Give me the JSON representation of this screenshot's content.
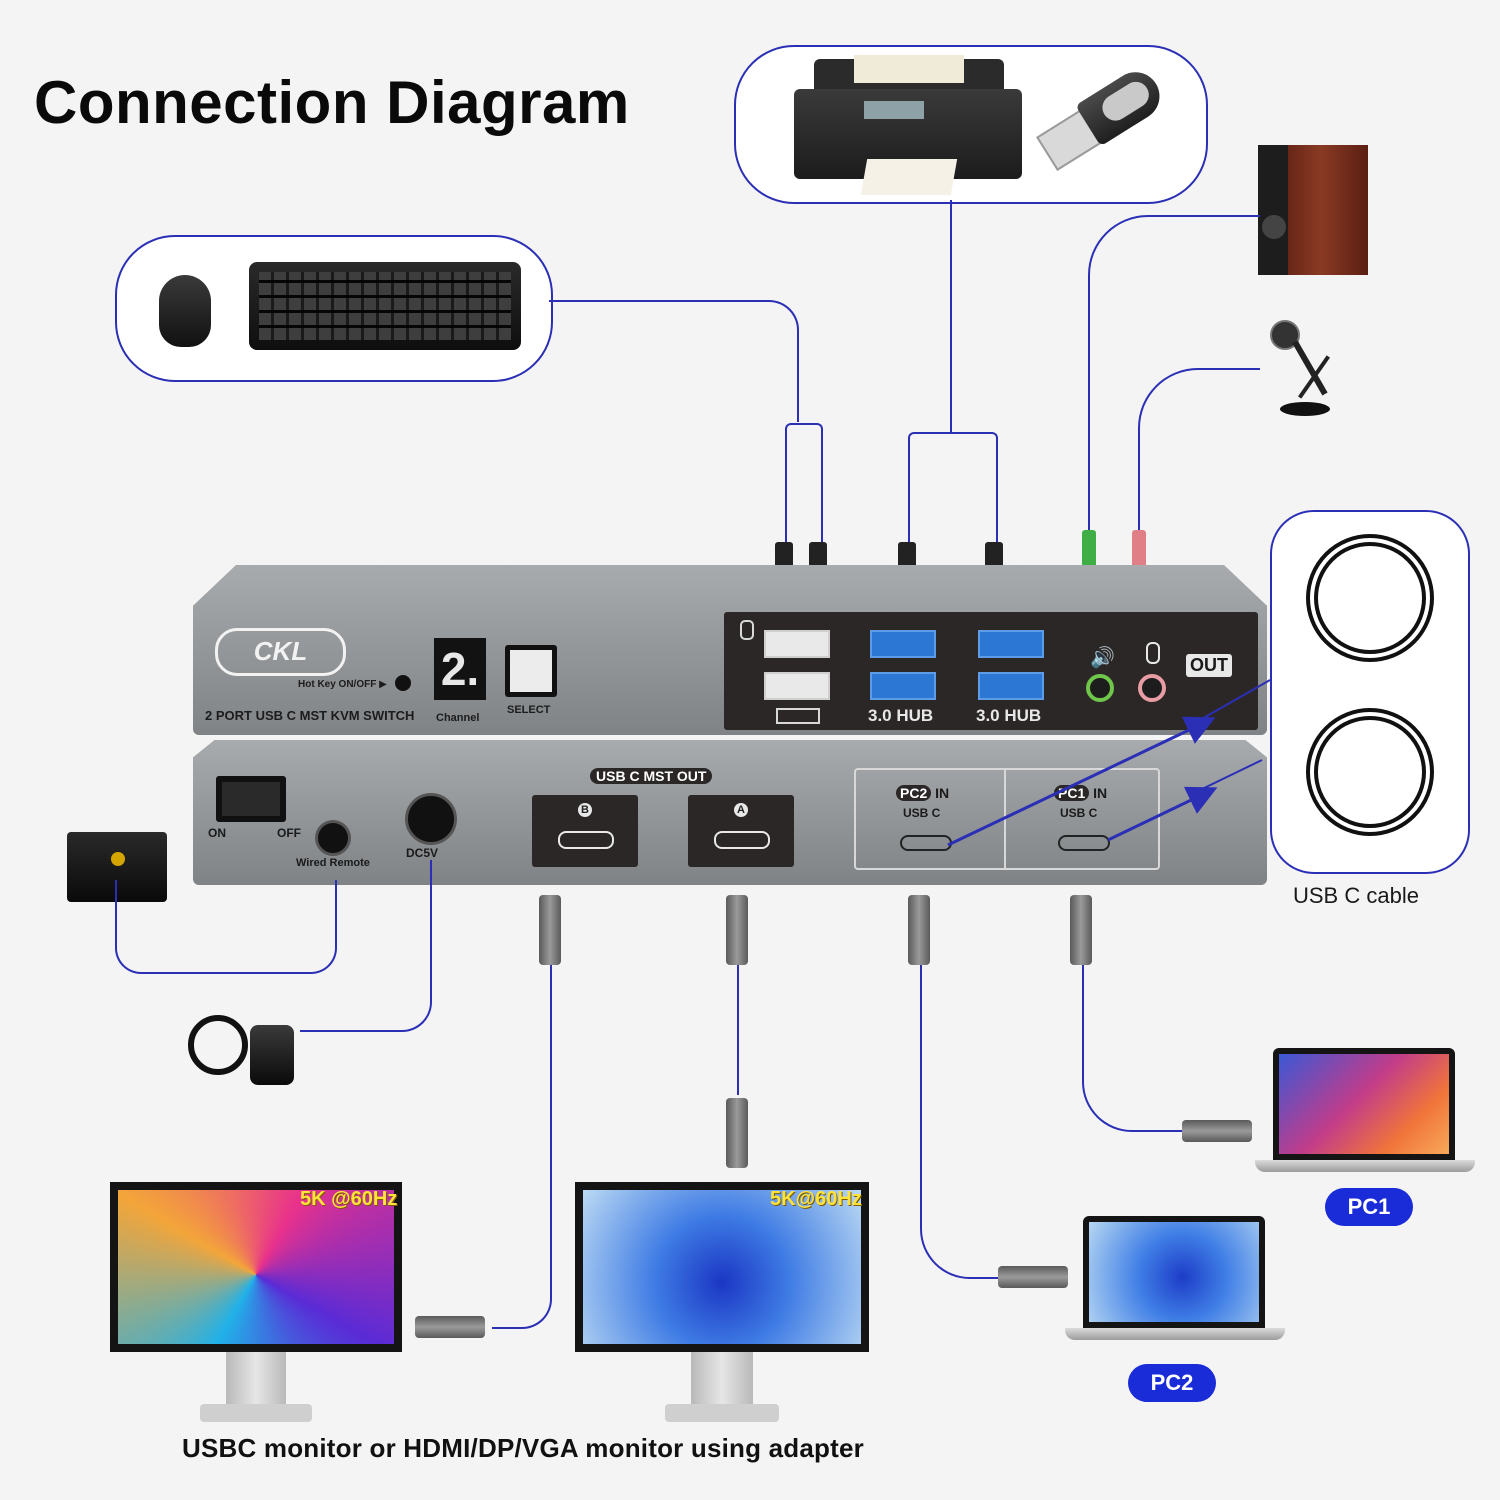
{
  "title": "Connection Diagram",
  "device": {
    "brand": "CKL",
    "model": "2 PORT USB C MST KVM SWITCH",
    "hotkey_label": "Hot Key ON/OFF ▶",
    "channel_digit": "2.",
    "channel_label": "Channel",
    "select_label": "SELECT",
    "hub_label_1": "3.0 HUB",
    "hub_label_2": "3.0 HUB",
    "out_label": "OUT",
    "power_on": "ON",
    "power_off": "OFF",
    "wired_remote": "Wired Remote",
    "dc_label": "DC5V",
    "mst_out": "USB C MST OUT",
    "port_b": "B",
    "port_a": "A",
    "pc2_in": "PC2",
    "pc1_in": "PC1",
    "in_label": "IN",
    "usbc_label": "USB C"
  },
  "cable_label": "USB C cable",
  "monitor_badge_1": "5K @60Hz",
  "monitor_badge_2": "5K@60Hz",
  "pc1": "PC1",
  "pc2": "PC2",
  "caption": "USBC monitor or HDMI/DP/VGA monitor using adapter",
  "colors": {
    "wire": "#2a2fb5",
    "pill": "#1a2bd8",
    "unit": "#8e9194"
  }
}
